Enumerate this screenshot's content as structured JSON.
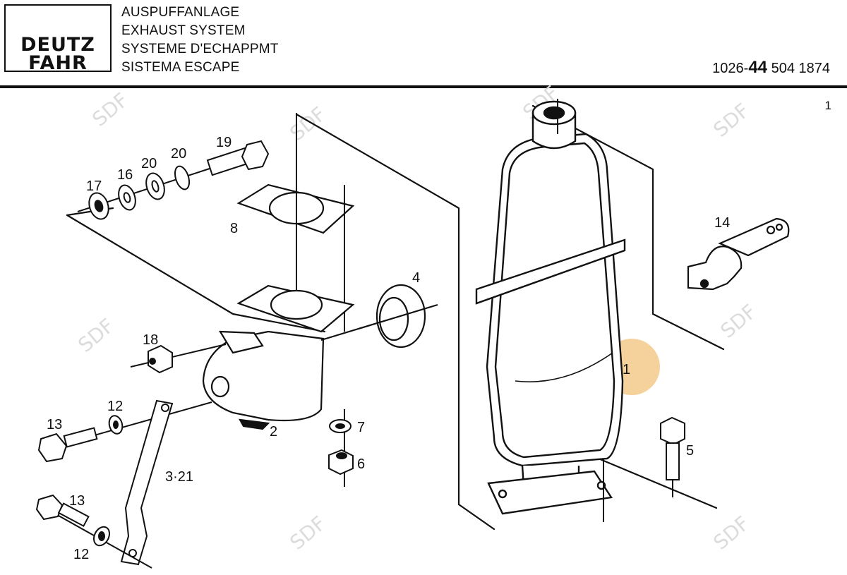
{
  "header": {
    "logo": {
      "line1": "DEUTZ",
      "line2": "FAHR"
    },
    "titles": [
      "AUSPUFFANLAGE",
      "EXHAUST SYSTEM",
      "SYSTEME D'ECHAPPMT",
      "SISTEMA ESCAPE"
    ],
    "part_number": {
      "prefix": "1026-",
      "bold": "44",
      "suffix": " 504 1874"
    },
    "sheet": "1"
  },
  "watermark": "SDF",
  "highlight_color": "#f3c98b",
  "callouts": {
    "c1": "1",
    "c2": "2",
    "c4": "4",
    "c5": "5",
    "c6": "6",
    "c7": "7",
    "c8": "8",
    "c12a": "12",
    "c12b": "12",
    "c13a": "13",
    "c13b": "13",
    "c14": "14",
    "c16": "16",
    "c17": "17",
    "c18": "18",
    "c19": "19",
    "c20a": "20",
    "c20b": "20",
    "c321": "3·21"
  }
}
